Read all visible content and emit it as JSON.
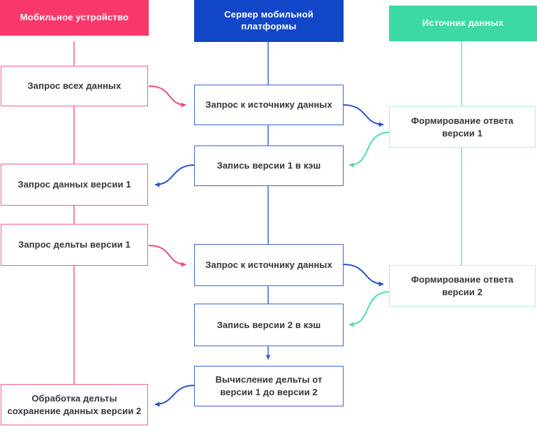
{
  "colors": {
    "mobile_header_bg": "#F8386B",
    "mobile_line": "#F85E87",
    "mobile_arrow": "#F64875",
    "server_header_bg": "#1246C8",
    "server_line": "#3E63DC",
    "server_arrow": "#2653D4",
    "source_header_bg": "#3CD9A4",
    "source_line": "#6FE3BE",
    "source_border": "#B5EFDC",
    "source_arrow": "#4CDCAD",
    "node_text": "#35353F",
    "header_text": "#FFFFFF"
  },
  "lanes": {
    "mobile": {
      "title": "Мобильное устройство"
    },
    "server": {
      "title": "Сервер мобильной\nплатформы"
    },
    "source": {
      "title": "Источник данных"
    }
  },
  "nodes": {
    "request_all_data": {
      "label": "Запрос всех данных",
      "lane": "mobile"
    },
    "request_data_v1": {
      "label": "Запрос данных версии 1",
      "lane": "mobile"
    },
    "request_delta_v1": {
      "label": "Запрос дельты версии 1",
      "lane": "mobile"
    },
    "process_delta": {
      "label": "Обработка дельты\nсохранение данных версии 2",
      "lane": "mobile"
    },
    "request_source_1": {
      "label": "Запрос к источнику данных",
      "lane": "server"
    },
    "write_v1_cache": {
      "label": "Запись версии 1 в кэш",
      "lane": "server"
    },
    "request_source_2": {
      "label": "Запрос к источнику данных",
      "lane": "server"
    },
    "write_v2_cache": {
      "label": "Запись версии 2 в кэш",
      "lane": "server"
    },
    "compute_delta": {
      "label": "Вычисление дельты от\nверсии 1 до версии 2",
      "lane": "server"
    },
    "form_response_v1": {
      "label": "Формирование ответа\nверсии 1",
      "lane": "source"
    },
    "form_response_v2": {
      "label": "Формирование ответа\nверсии 2",
      "lane": "source"
    }
  },
  "flows": [
    {
      "from": "request_all_data",
      "to": "request_source_1",
      "color": "mobile_arrow"
    },
    {
      "from": "request_source_1",
      "to": "form_response_v1",
      "color": "server_arrow"
    },
    {
      "from": "form_response_v1",
      "to": "write_v1_cache",
      "color": "source_arrow"
    },
    {
      "from": "write_v1_cache",
      "to": "request_data_v1",
      "color": "server_arrow"
    },
    {
      "from": "request_delta_v1",
      "to": "request_source_2",
      "color": "mobile_arrow"
    },
    {
      "from": "request_source_2",
      "to": "form_response_v2",
      "color": "server_arrow"
    },
    {
      "from": "form_response_v2",
      "to": "write_v2_cache",
      "color": "source_arrow"
    },
    {
      "from": "write_v2_cache",
      "to": "compute_delta",
      "color": "server_line"
    },
    {
      "from": "compute_delta",
      "to": "process_delta",
      "color": "server_arrow"
    }
  ]
}
